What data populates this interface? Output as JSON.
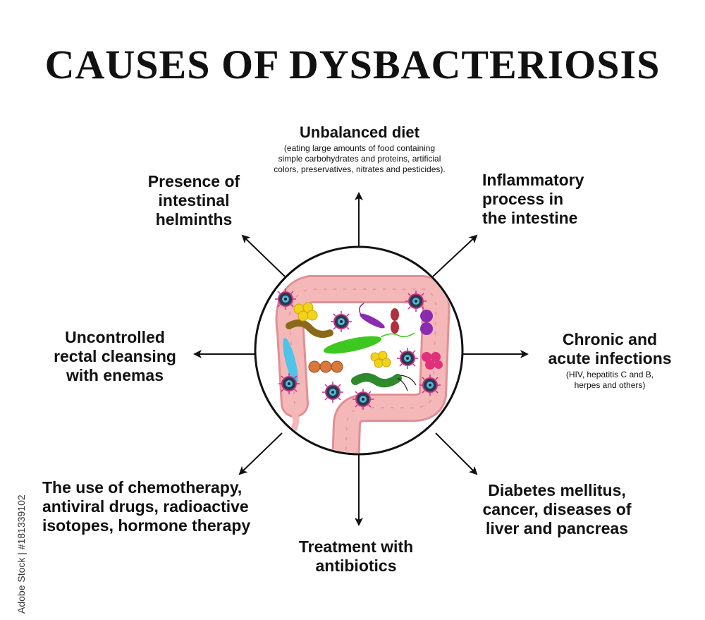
{
  "title": "CAUSES OF DYSBACTERIOSIS",
  "causes": {
    "diet": {
      "heading": "Unbalanced diet",
      "note": "(eating large amounts of food containing\nsimple carbohydrates and proteins, artificial\ncolors, preservatives, nitrates and pesticides)."
    },
    "helminths": {
      "heading": "Presence of\nintestinal\nhelminths"
    },
    "inflammatory": {
      "heading": "Inflammatory\nprocess in\nthe intestine"
    },
    "rectal": {
      "heading": "Uncontrolled\nrectal cleansing\nwith enemas"
    },
    "infections": {
      "heading": "Chronic and\nacute infections",
      "note": "(HIV, hepatitis C and B,\nherpes and others)"
    },
    "chemo": {
      "heading": "The use of chemotherapy,\nantiviral drugs, radioactive\nisotopes, hormone therapy"
    },
    "diabetes": {
      "heading": "Diabetes mellitus,\ncancer, diseases of\nliver and pancreas"
    },
    "antibiotics": {
      "heading": "Treatment with\nantibiotics"
    }
  },
  "watermark": "Adobe Stock | #181339102",
  "colors": {
    "intestine": "#f5b8b8",
    "intestine_outline": "#e08f95",
    "green_bacterium": "#3cc81e",
    "cyan_bacterium": "#4fc3e8",
    "purple_cell": "#8a2bb0",
    "yellow_cocci": "#f2d21a",
    "orange_cells": "#d9783a",
    "magenta_cells": "#e0307a",
    "virus_body": "#2a3a44",
    "virus_spikes": "#c0308c"
  }
}
